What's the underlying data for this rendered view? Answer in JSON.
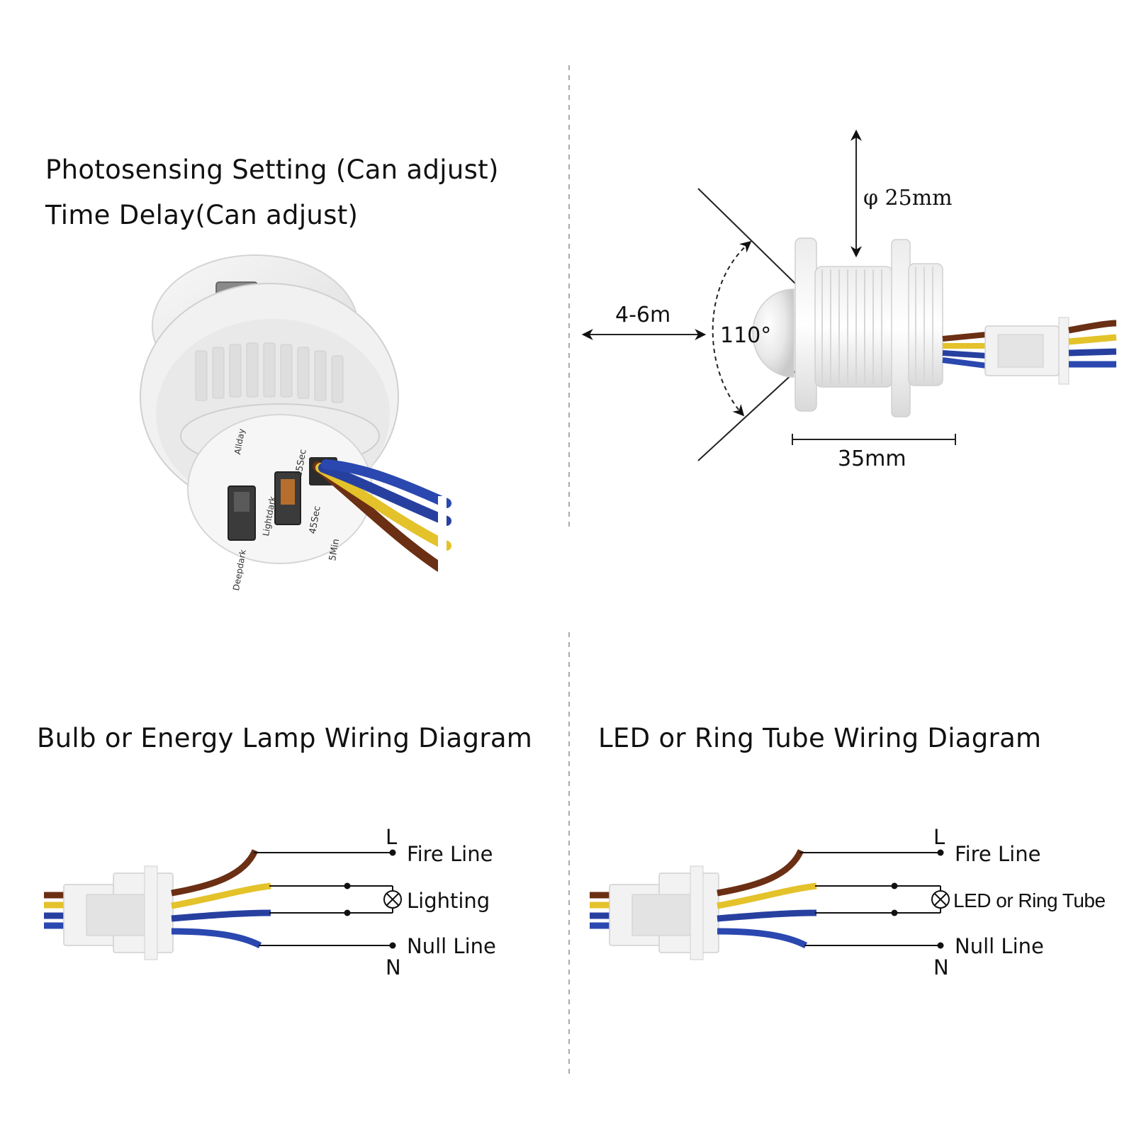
{
  "top_left": {
    "line1": "Photosensing Setting (Can adjust)",
    "line2": "Time Delay(Can adjust)",
    "product_labels": {
      "allday": "Allday",
      "lightdark": "Lightdark",
      "deepdark": "Deepdark",
      "sec15": "15Sec",
      "sec45": "45Sec",
      "min5": "5Min"
    }
  },
  "top_right": {
    "diameter": "φ 25mm",
    "range": "4-6m",
    "angle": "110°",
    "length": "35mm"
  },
  "bottom_left": {
    "title": "Bulb or Energy Lamp Wiring Diagram",
    "L": "L",
    "fire_line": "Fire Line",
    "lighting": "Lighting",
    "null_line": "Null Line",
    "N": "N"
  },
  "bottom_right": {
    "title": "LED or Ring Tube Wiring Diagram",
    "L": "L",
    "fire_line": "Fire Line",
    "load": "LED or Ring Tube",
    "null_line": "Null Line",
    "N": "N"
  },
  "colors": {
    "brown": "#6b2f14",
    "yellow": "#e4c22a",
    "blue": "#2740a0",
    "plastic": "#f2f2f2"
  }
}
